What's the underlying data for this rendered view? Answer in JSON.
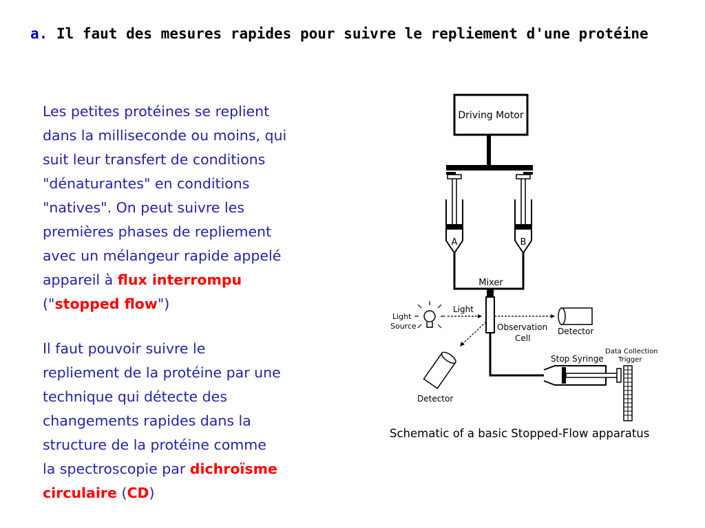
{
  "title": {
    "marker": "a.",
    "text": "Il faut des mesures rapides pour suivre le repliement d'une protéine"
  },
  "paragraph1": {
    "lines": [
      "Les petites protéines se replient",
      "dans la milliseconde ou moins, qui",
      "suit leur transfert de conditions",
      "\"dénaturantes\" en conditions",
      "\"natives\". On peut suivre les",
      "premières phases de repliement",
      "avec un mélangeur rapide appelé"
    ],
    "line8_prefix": "appareil à ",
    "flux": "flux interrompu",
    "open": "(\"",
    "stopped": "stopped flow",
    "close": "\")"
  },
  "paragraph2": {
    "lines": [
      "Il faut pouvoir suivre le",
      "repliement de la protéine par une",
      "technique qui détecte des",
      "changements rapides dans la",
      "structure de la protéine comme",
      "la spectroscopie par "
    ],
    "dichroisme": "dichroïsme",
    "circulaire": "circulaire",
    "paren_open": " (",
    "cd": "CD",
    "paren_close": ")"
  },
  "schematic": {
    "driving_motor": "Driving Motor",
    "syringe_a": "A",
    "syringe_b": "B",
    "mixer": "Mixer",
    "light": "Light",
    "light_source_1": "Light",
    "light_source_2": "Source",
    "observation_1": "Observation",
    "observation_2": "Cell",
    "detector_right": "Detector",
    "detector_left": "Detector",
    "data_collection_1": "Data Collection",
    "data_collection_2": "Trigger",
    "stop_syringe": "Stop Syringe",
    "caption": "Schematic of a basic Stopped-Flow apparatus"
  }
}
